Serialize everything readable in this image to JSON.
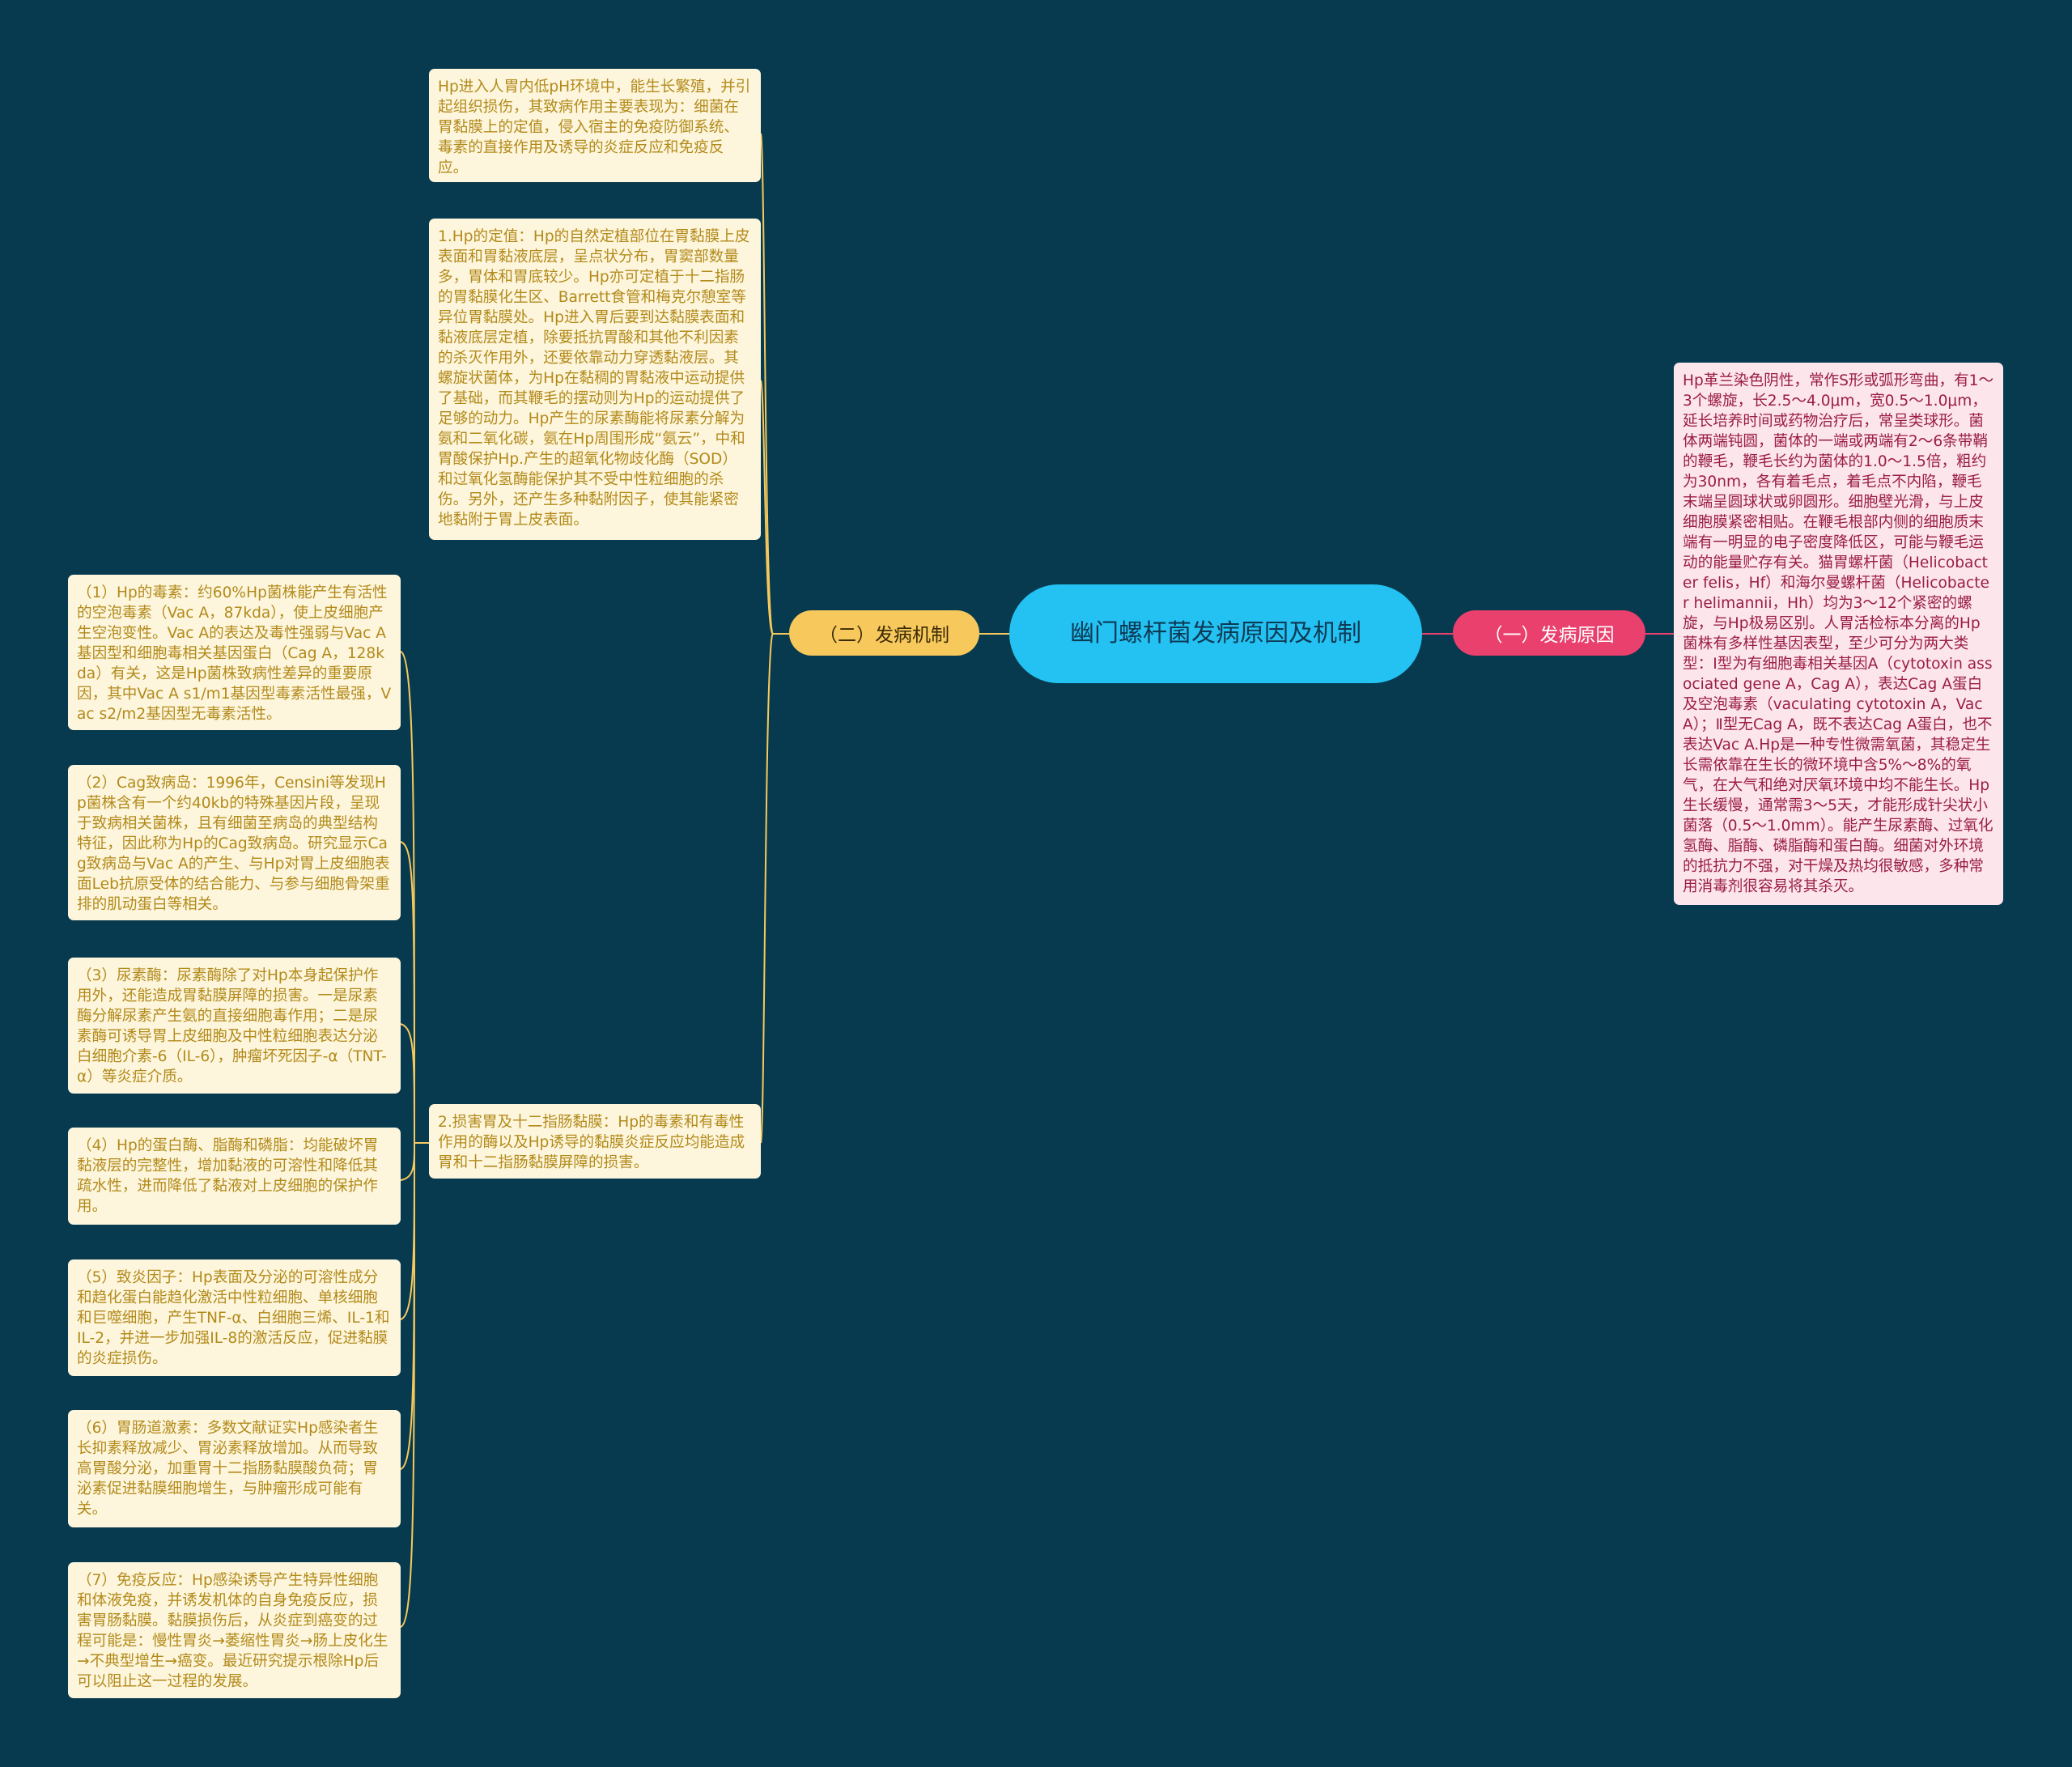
{
  "root": {
    "title": "幽门螺杆菌发病原因及机制"
  },
  "branches": {
    "mechanism": {
      "label": "（二）发病机制",
      "intro": "Hp进入人胃内低pH环境中，能生长繁殖，并引起组织损伤，其致病作用主要表现为：细菌在胃黏膜上的定值，侵入宿主的免疫防御系统、毒素的直接作用及诱导的炎症反应和免疫反应。",
      "colonization": "1.Hp的定值：Hp的自然定植部位在胃黏膜上皮表面和胃黏液底层，呈点状分布，胃窦部数量多，胃体和胃底较少。Hp亦可定植于十二指肠的胃黏膜化生区、Barrett食管和梅克尔憩室等异位胃黏膜处。Hp进入胃后要到达黏膜表面和黏液底层定植，除要抵抗胃酸和其他不利因素的杀灭作用外，还要依靠动力穿透黏液层。其螺旋状菌体，为Hp在黏稠的胃黏液中运动提供了基础，而其鞭毛的摆动则为Hp的运动提供了足够的动力。Hp产生的尿素酶能将尿素分解为氨和二氧化碳，氨在Hp周围形成“氨云”，中和胃酸保护Hp.产生的超氧化物歧化酶（SOD）和过氧化氢酶能保护其不受中性粒细胞的杀伤。另外，还产生多种黏附因子，使其能紧密地黏附于胃上皮表面。",
      "damage": "2.损害胃及十二指肠黏膜：Hp的毒素和有毒性作用的酶以及Hp诱导的黏膜炎症反应均能造成胃和十二指肠黏膜屏障的损害。",
      "factors": [
        "（1）Hp的毒素：约60%Hp菌株能产生有活性的空泡毒素（Vac A，87kda），使上皮细胞产生空泡变性。Vac A的表达及毒性强弱与Vac A基因型和细胞毒相关基因蛋白（Cag A，128kda）有关，这是Hp菌株致病性差异的重要原因，其中Vac A s1/m1基因型毒素活性最强，Vac s2/m2基因型无毒素活性。",
        "（2）Cag致病岛：1996年，Censini等发现Hp菌株含有一个约40kb的特殊基因片段，呈现于致病相关菌株，且有细菌至病岛的典型结构特征，因此称为Hp的Cag致病岛。研究显示Cag致病岛与Vac A的产生、与Hp对胃上皮细胞表面Leb抗原受体的结合能力、与参与细胞骨架重排的肌动蛋白等相关。",
        "（3）尿素酶：尿素酶除了对Hp本身起保护作用外，还能造成胃黏膜屏障的损害。一是尿素酶分解尿素产生氨的直接细胞毒作用；二是尿素酶可诱导胃上皮细胞及中性粒细胞表达分泌白细胞介素-6（IL-6），肿瘤坏死因子-α（TNT-α）等炎症介质。",
        "（4）Hp的蛋白酶、脂酶和磷脂：均能破坏胃黏液层的完整性，增加黏液的可溶性和降低其疏水性，进而降低了黏液对上皮细胞的保护作用。",
        "（5）致炎因子：Hp表面及分泌的可溶性成分和趋化蛋白能趋化激活中性粒细胞、单核细胞和巨噬细胞，产生TNF-α、白细胞三烯、IL-1和IL-2，并进一步加强IL-8的激活反应，促进黏膜的炎症损伤。",
        "（6）胃肠道激素：多数文献证实Hp感染者生长抑素释放减少、胃泌素释放增加。从而导致高胃酸分泌，加重胃十二指肠黏膜酸负荷；胃泌素促进黏膜细胞增生，与肿瘤形成可能有关。",
        "（7）免疫反应：Hp感染诱导产生特异性细胞和体液免疫，并诱发机体的自身免疫反应，损害胃肠黏膜。黏膜损伤后，从炎症到癌变的过程可能是：慢性胃炎→萎缩性胃炎→肠上皮化生→不典型增生→癌变。最近研究提示根除Hp后可以阻止这一过程的发展。"
      ]
    },
    "cause": {
      "label": "（一）发病原因",
      "text": "Hp革兰染色阴性，常作S形或弧形弯曲，有1～3个螺旋，长2.5～4.0μm，宽0.5～1.0μm，延长培养时间或药物治疗后，常呈类球形。菌体两端钝圆，菌体的一端或两端有2～6条带鞘的鞭毛，鞭毛长约为菌体的1.0～1.5倍，粗约为30nm，各有着毛点，着毛点不内陷，鞭毛末端呈圆球状或卵圆形。细胞壁光滑，与上皮细胞膜紧密相贴。在鞭毛根部内侧的细胞质末端有一明显的电子密度降低区，可能与鞭毛运动的能量贮存有关。猫胃螺杆菌（Helicobacter felis，Hf）和海尔曼螺杆菌（Helicobacter helimannii，Hh）均为3～12个紧密的螺旋，与Hp极易区别。人胃活检标本分离的Hp菌株有多样性基因表型，至少可分为两大类型：Ⅰ型为有细胞毒相关基因A（cytotoxin associated gene A，Cag A），表达Cag A蛋白及空泡毒素（vaculating cytotoxin A，Vac A）；Ⅱ型无Cag A，既不表达Cag A蛋白，也不表达Vac A.Hp是一种专性微需氧菌，其稳定生长需依靠在生长的微环境中含5%～8%的氧气，在大气和绝对厌氧环境中均不能生长。Hp生长缓慢，通常需3～5天，才能形成针尖状小菌落（0.5～1.0mm）。能产生尿素酶、过氧化氢酶、脂酶、磷脂酶和蛋白酶。细菌对外环境的抵抗力不强，对干燥及热均很敏感，多种常用消毒剂很容易将其杀灭。"
    }
  },
  "colors": {
    "background": "#073a4f",
    "root": "#23c2f2",
    "left_branch": "#f7c95c",
    "right_branch": "#e9406d",
    "left_card": "#fdf6dd",
    "right_card": "#fde5ec"
  }
}
